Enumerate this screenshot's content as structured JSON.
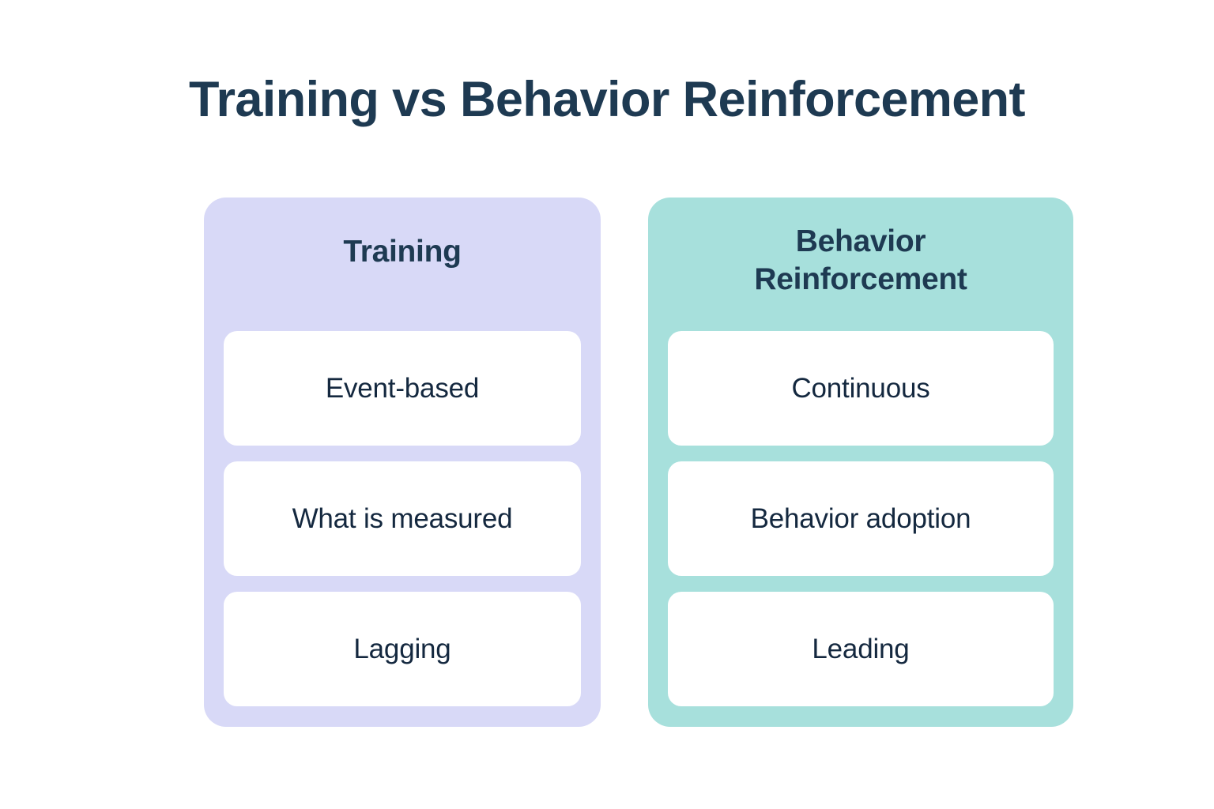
{
  "page": {
    "title": "Training vs Behavior Reinforcement",
    "background_color": "#ffffff",
    "title_color": "#1e3a52"
  },
  "comparison": {
    "columns": [
      {
        "header": "Training",
        "panel_color": "#d8d9f7",
        "card_color": "#ffffff",
        "items": [
          {
            "label": "Event-based"
          },
          {
            "label": "What is measured"
          },
          {
            "label": "Lagging"
          }
        ]
      },
      {
        "header": "Behavior Reinforcement",
        "header_line_1": "Behavior",
        "header_line_2": "Reinforcement",
        "panel_color": "#a7e0dc",
        "card_color": "#ffffff",
        "items": [
          {
            "label": "Continuous"
          },
          {
            "label": "Behavior adoption"
          },
          {
            "label": "Leading"
          }
        ]
      }
    ]
  }
}
